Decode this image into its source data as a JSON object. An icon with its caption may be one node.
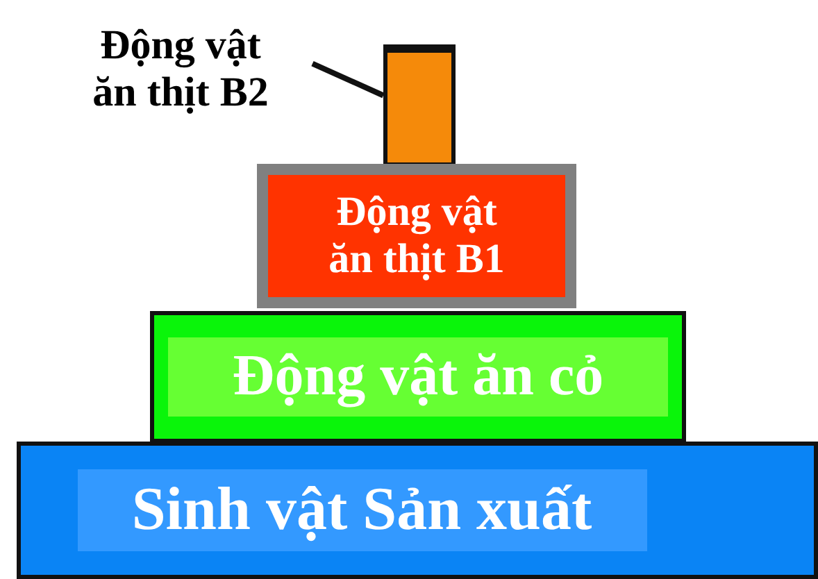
{
  "diagram": {
    "nodes": [
      {
        "text": [
          "Động vật ăn thịt B2"
        ]
      },
      {
        "text": [],
        "shape": "bar"
      },
      {
        "text": [
          "Động vật ăn thịt B1"
        ]
      },
      {
        "text": [
          "Động vật ăn cỏ"
        ]
      },
      {
        "text": [
          "Sinh vật Sản xuất"
        ]
      }
    ],
    "edges": [
      {
        "from": 0,
        "to": 1,
        "arrow": "none"
      }
    ]
  }
}
